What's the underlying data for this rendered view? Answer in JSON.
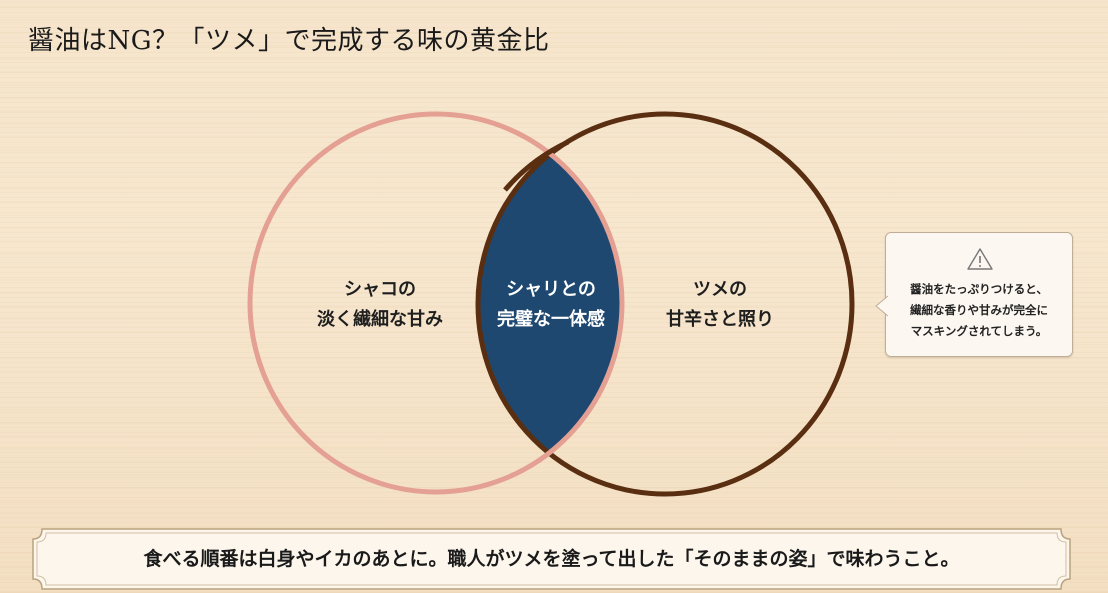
{
  "title": "醤油はNG？「ツメ」で完成する味の黄金比",
  "venn": {
    "left": {
      "line1": "シャコの",
      "line2": "淡く繊細な甘み",
      "stroke_color": "#e4a092"
    },
    "right": {
      "line1": "ツメの",
      "line2": "甘辛さと照り",
      "stroke_color": "#5a2e10"
    },
    "intersection": {
      "line1": "シャリとの",
      "line2": "完璧な一体感",
      "fill_color": "#1f4870"
    }
  },
  "callout": {
    "icon": "warning-triangle-icon",
    "lines": [
      "醤油をたっぷりつけると、",
      "繊細な香りや甘みが完全に",
      "マスキングされてしまう。"
    ]
  },
  "banner": {
    "text": "食べる順番は白身やイカのあとに。職人がツメを塗って出した「そのままの姿」で味わうこと。"
  }
}
